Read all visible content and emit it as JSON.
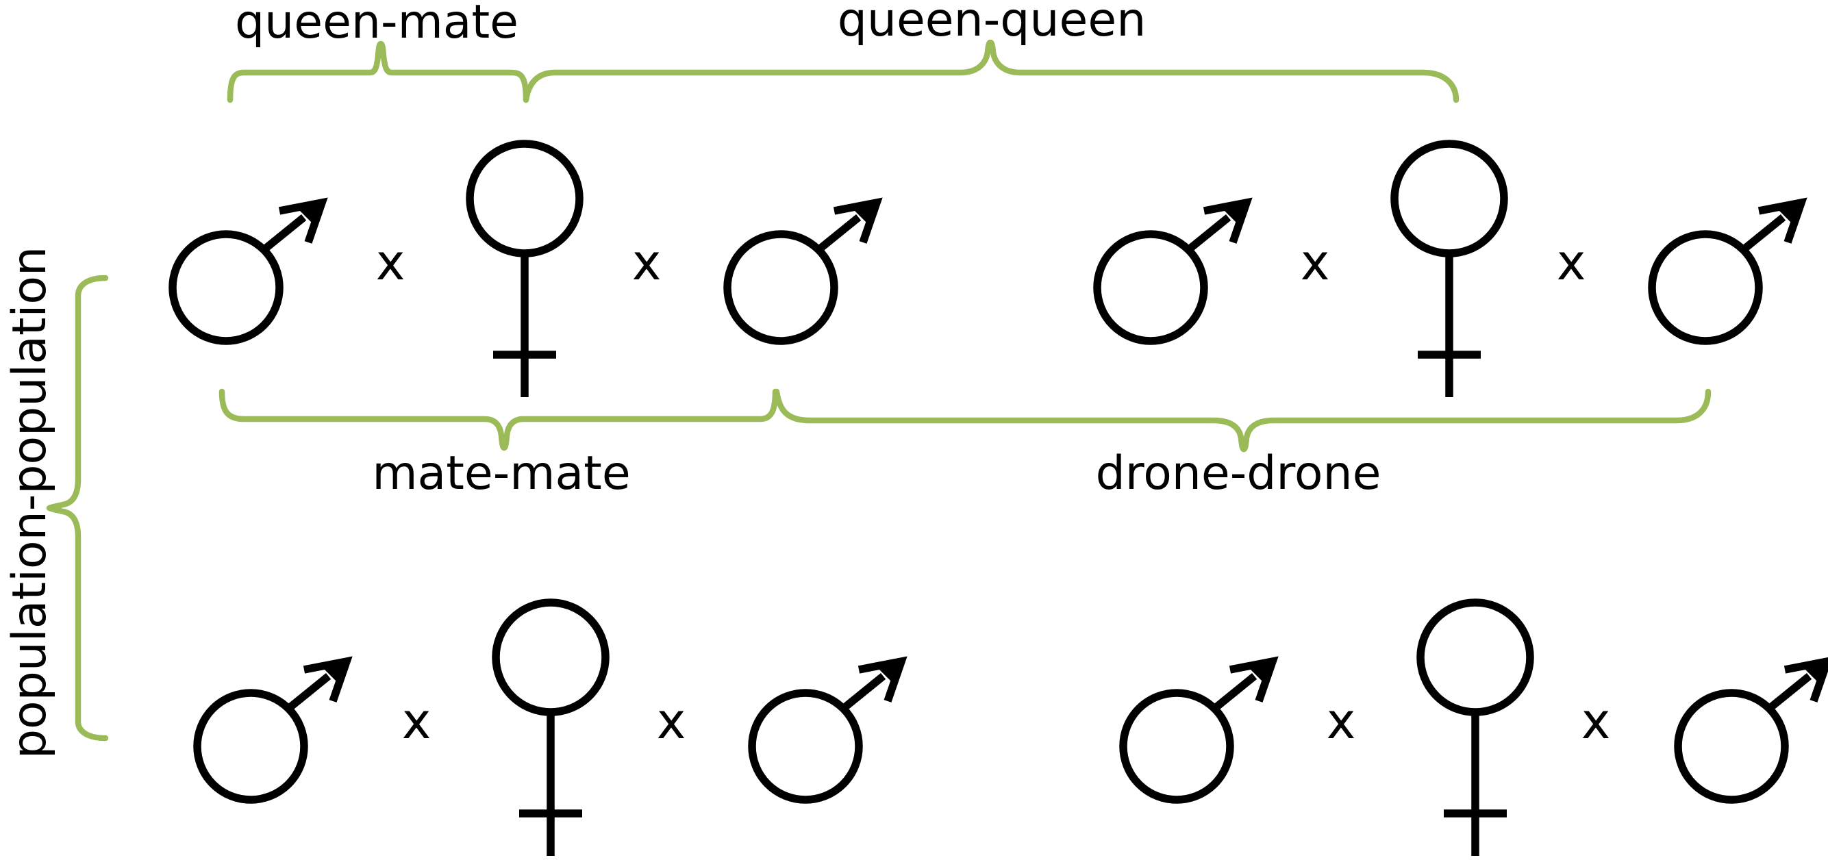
{
  "colors": {
    "bracket": "#9bbb59",
    "symbol": "#000000",
    "background": "#ffffff"
  },
  "labels": {
    "queen_mate": "queen-mate",
    "queen_queen": "queen-queen",
    "mate_mate": "mate-mate",
    "drone_drone": "drone-drone",
    "population_population": "population-population"
  },
  "cross_symbol": "x",
  "rows": [
    {
      "groups": [
        {
          "sequence": [
            "male-symbol",
            "x",
            "female-symbol",
            "x",
            "male-symbol"
          ]
        },
        {
          "sequence": [
            "male-symbol",
            "x",
            "female-symbol",
            "x",
            "male-symbol"
          ]
        }
      ]
    },
    {
      "groups": [
        {
          "sequence": [
            "male-symbol",
            "x",
            "female-symbol",
            "x",
            "male-symbol"
          ]
        },
        {
          "sequence": [
            "male-symbol",
            "x",
            "female-symbol",
            "x",
            "male-symbol"
          ]
        }
      ]
    }
  ]
}
